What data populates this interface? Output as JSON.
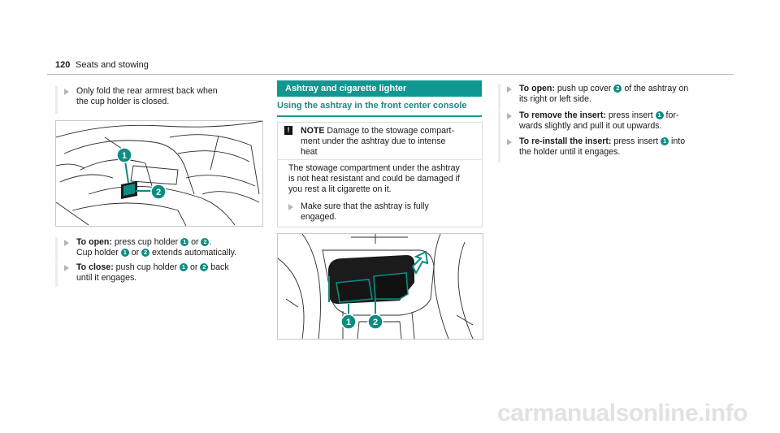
{
  "header": {
    "page_number": "120",
    "title": "Seats and stowing"
  },
  "left": {
    "intro_step": [
      "Only fold the rear armrest back when",
      "the cup holder is closed."
    ],
    "open_step": {
      "label": "To open:",
      "line1": " press cup holder ",
      "n1": "1",
      "or": " or ",
      "n2": "2",
      "end1": ".",
      "line2a": "Cup holder ",
      "line2b": " extends automatically."
    },
    "close_step": {
      "label": "To close:",
      "line1": " push cup holder ",
      "n1": "1",
      "or": " or ",
      "n2": "2",
      "end1": " back",
      "line2": "until it engages."
    }
  },
  "middle": {
    "section_title": "Ashtray and cigarette lighter",
    "subsection_title": "Using the ashtray in the front center console",
    "note": {
      "icon": "!",
      "label": "NOTE",
      "line1": " Damage to the stowage compart-",
      "line2": "ment under the ashtray due to intense",
      "line3": "heat"
    },
    "note_body": [
      "The stowage compartment under the ashtray",
      "is not heat resistant and could be damaged if",
      "you rest a lit cigarette on it."
    ],
    "note_step": [
      "Make sure that the ashtray is fully",
      "engaged."
    ]
  },
  "right": {
    "open_step": {
      "label": "To open:",
      "line1": " push up cover ",
      "n": "2",
      "line1b": " of the ashtray on",
      "line2": "its right or left side."
    },
    "remove_step": {
      "label": "To remove the insert:",
      "line1": " press insert ",
      "n": "1",
      "line1b": " for-",
      "line2": "wards slightly and pull it out upwards."
    },
    "reinstall_step": {
      "label": "To re-install the insert:",
      "line1": " press insert ",
      "n": "1",
      "line1b": " into",
      "line2": "the holder until it engages."
    }
  },
  "callouts": {
    "one": "1",
    "two": "2"
  },
  "watermark": "carmanualsonline.info",
  "colors": {
    "accent": "#0f9891",
    "callout": "#0c8c83",
    "bar": "#ececec"
  }
}
